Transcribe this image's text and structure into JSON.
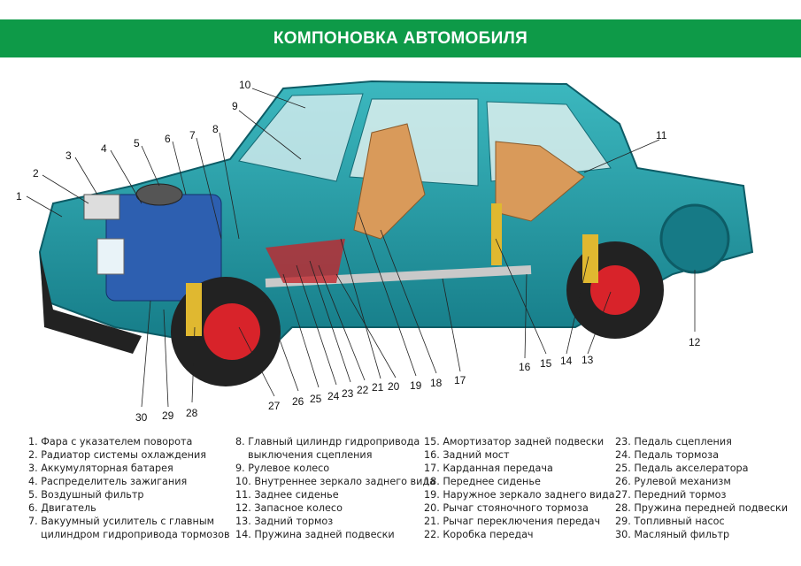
{
  "title": "КОМПОНОВКА АВТОМОБИЛЯ",
  "callouts": [
    "1",
    "2",
    "3",
    "4",
    "5",
    "6",
    "7",
    "8",
    "9",
    "10",
    "11",
    "12",
    "13",
    "14",
    "15",
    "16",
    "17",
    "18",
    "19",
    "20",
    "21",
    "22",
    "23",
    "24",
    "25",
    "26",
    "27",
    "28",
    "29",
    "30"
  ],
  "legend": {
    "col1": [
      "1. Фара с указателем поворота",
      "2. Радиатор системы охлаждения",
      "3. Аккумуляторная батарея",
      "4. Распределитель зажигания",
      "5. Воздушный фильтр",
      "6. Двигатель",
      "7. Вакуумный усилитель с главным",
      "цилиндром гидропривода тормозов"
    ],
    "col2": [
      "8. Главный цилиндр гидропривода",
      "выключения сцепления",
      "9. Рулевое колесо",
      "10. Внутреннее зеркало заднего вида",
      "11. Заднее сиденье",
      "12. Запасное колесо",
      "13. Задний тормоз",
      "14. Пружина задней подвески"
    ],
    "col3": [
      "15. Амортизатор задней подвески",
      "16. Задний мост",
      "17. Карданная передача",
      "18. Переднее сиденье",
      "19. Наружное зеркало заднего вида",
      "20. Рычаг стояночного тормоза",
      "21. Рычаг переключения передач",
      "22. Коробка передач"
    ],
    "col4": [
      "23. Педаль сцепления",
      "24. Педаль тормоза",
      "25. Педаль акселератора",
      "26. Рулевой механизм",
      "27. Передний тормоз",
      "28. Пружина передней подвески",
      "29. Топливный насос",
      "30. Масляный фильтр"
    ]
  },
  "colors": {
    "banner": "#0e9a48",
    "body": "#1f9aa3",
    "brake": "#d8232a",
    "engine": "#2d5fb0",
    "seat": "#d99a5a"
  }
}
